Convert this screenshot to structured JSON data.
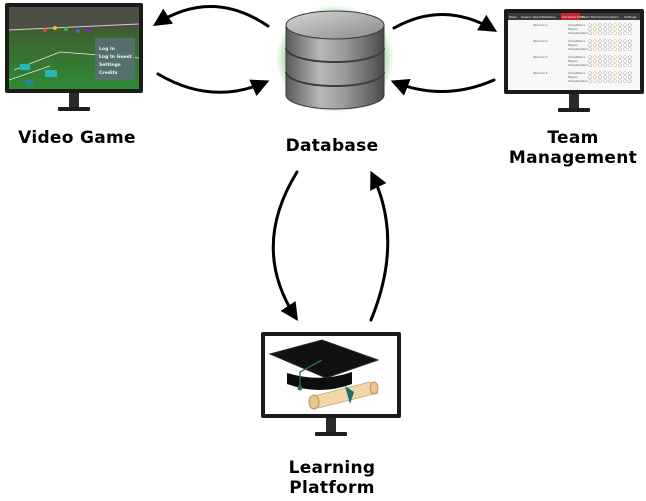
{
  "nodes": {
    "video_game": {
      "label": "Video Game",
      "menu": [
        "Log In",
        "Log In Guest",
        "Settings",
        "Credits"
      ]
    },
    "database": {
      "label": "Database"
    },
    "team_management": {
      "label_line1": "Team",
      "label_line2": "Management",
      "tabs": [
        "Team",
        "Season Report",
        "Statistics",
        "Schedule Editor",
        "Team Members",
        "Analytics",
        "Settings"
      ],
      "rows": [
        "Welcome 1",
        "Welcome 2",
        "Welcome 3",
        "Welcome 4"
      ],
      "fields": [
        "Competitions",
        "Players",
        "Characteristics"
      ]
    },
    "learning_platform": {
      "label_line1": "Learning",
      "label_line2": "Platform"
    }
  },
  "colors": {
    "arrow": "#000000",
    "monitor_bezel": "#1b1b1b",
    "db_glow": "#2fa52f",
    "db_body": "#8e8e8e",
    "tm_active_tab": "#c8252b"
  },
  "icons": {
    "database": "database-cylinder-icon",
    "graduation": "graduation-cap-diploma-icon",
    "game": "soccer-game-scene-icon"
  }
}
